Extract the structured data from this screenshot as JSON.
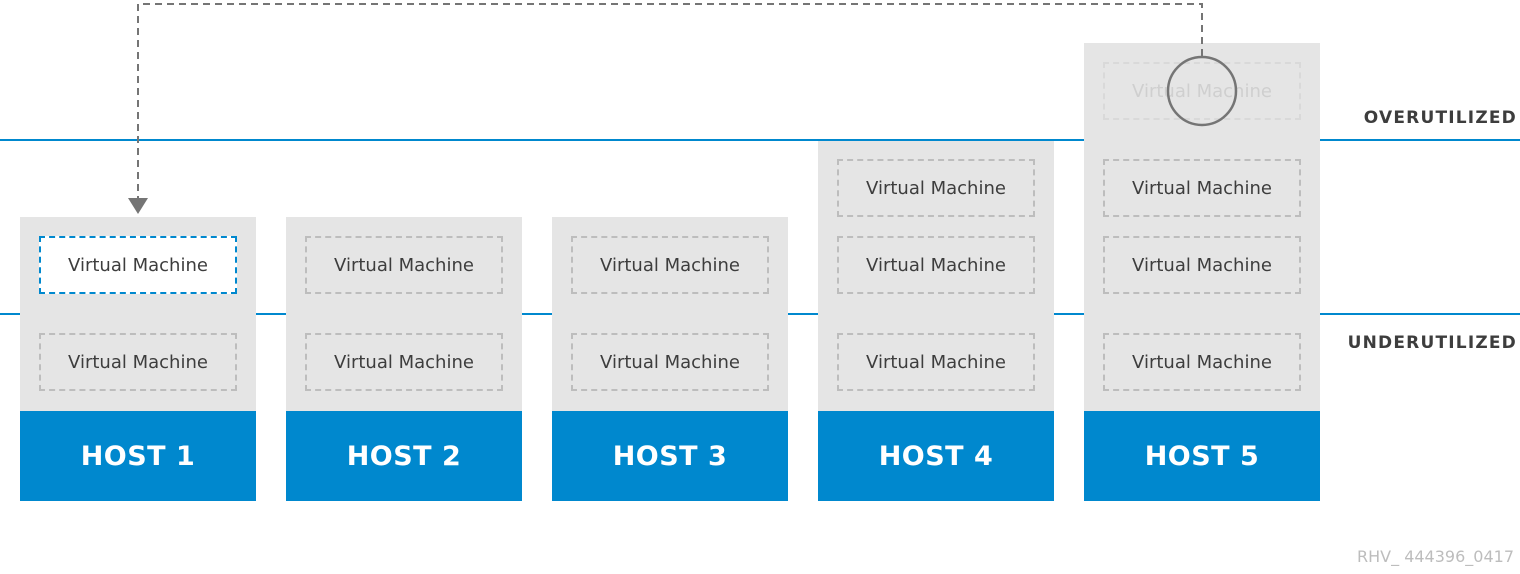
{
  "thresholds": {
    "over": "OVERUTILIZED",
    "under": "UNDERUTILIZED"
  },
  "hosts": [
    {
      "label": "HOST 1",
      "vms": [
        {
          "label": "Virtual Machine",
          "state": "migrated-in"
        },
        {
          "label": "Virtual Machine",
          "state": "normal"
        }
      ]
    },
    {
      "label": "HOST 2",
      "vms": [
        {
          "label": "Virtual Machine",
          "state": "normal"
        },
        {
          "label": "Virtual Machine",
          "state": "normal"
        }
      ]
    },
    {
      "label": "HOST 3",
      "vms": [
        {
          "label": "Virtual Machine",
          "state": "normal"
        },
        {
          "label": "Virtual Machine",
          "state": "normal"
        }
      ]
    },
    {
      "label": "HOST 4",
      "vms": [
        {
          "label": "Virtual Machine",
          "state": "normal"
        },
        {
          "label": "Virtual Machine",
          "state": "normal"
        },
        {
          "label": "Virtual Machine",
          "state": "normal"
        }
      ]
    },
    {
      "label": "HOST 5",
      "vms": [
        {
          "label": "Virtual Machine",
          "state": "migrating-out"
        },
        {
          "label": "Virtual Machine",
          "state": "normal"
        },
        {
          "label": "Virtual Machine",
          "state": "normal"
        },
        {
          "label": "Virtual Machine",
          "state": "normal"
        }
      ]
    }
  ],
  "footer": "RHV_ 444396_0417",
  "colors": {
    "accent": "#0088ce",
    "column": "#e5e5e5",
    "arrow": "#757575"
  }
}
